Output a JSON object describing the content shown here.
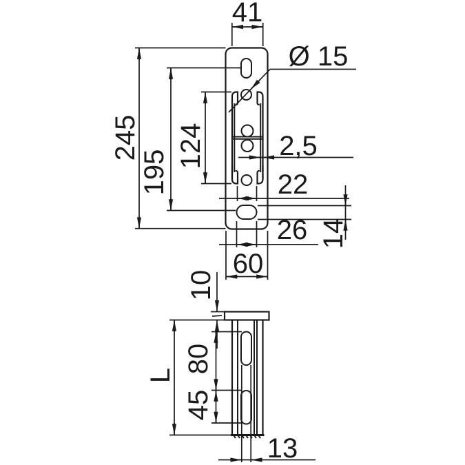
{
  "drawing": {
    "background": "#ffffff",
    "line_color": "#1a1a1a",
    "views": {
      "front_view_dims": {
        "channel_width": "41",
        "overall_length": "245",
        "slot_center_spacing": "195",
        "channel_section_length": "124",
        "hole_diameter": "Ø 15",
        "material_thickness": "2,5",
        "channel_opening": "22",
        "base_slot_width": "26",
        "base_slot_height": "14",
        "base_width": "60"
      },
      "side_view_dims": {
        "plate_thickness": "10",
        "overall_length": "L",
        "upper_slot_spacing": "80",
        "lower_slot_length": "45",
        "side_slot_width": "13"
      }
    }
  },
  "dims": {
    "w41": "41",
    "h245": "245",
    "h195": "195",
    "h124": "124",
    "dia15": "Ø 15",
    "t25": "2,5",
    "s22": "22",
    "s26": "26",
    "s14": "14",
    "w60": "60",
    "p10": "10",
    "s80": "80",
    "s45": "45",
    "len": "L",
    "w13": "13"
  }
}
